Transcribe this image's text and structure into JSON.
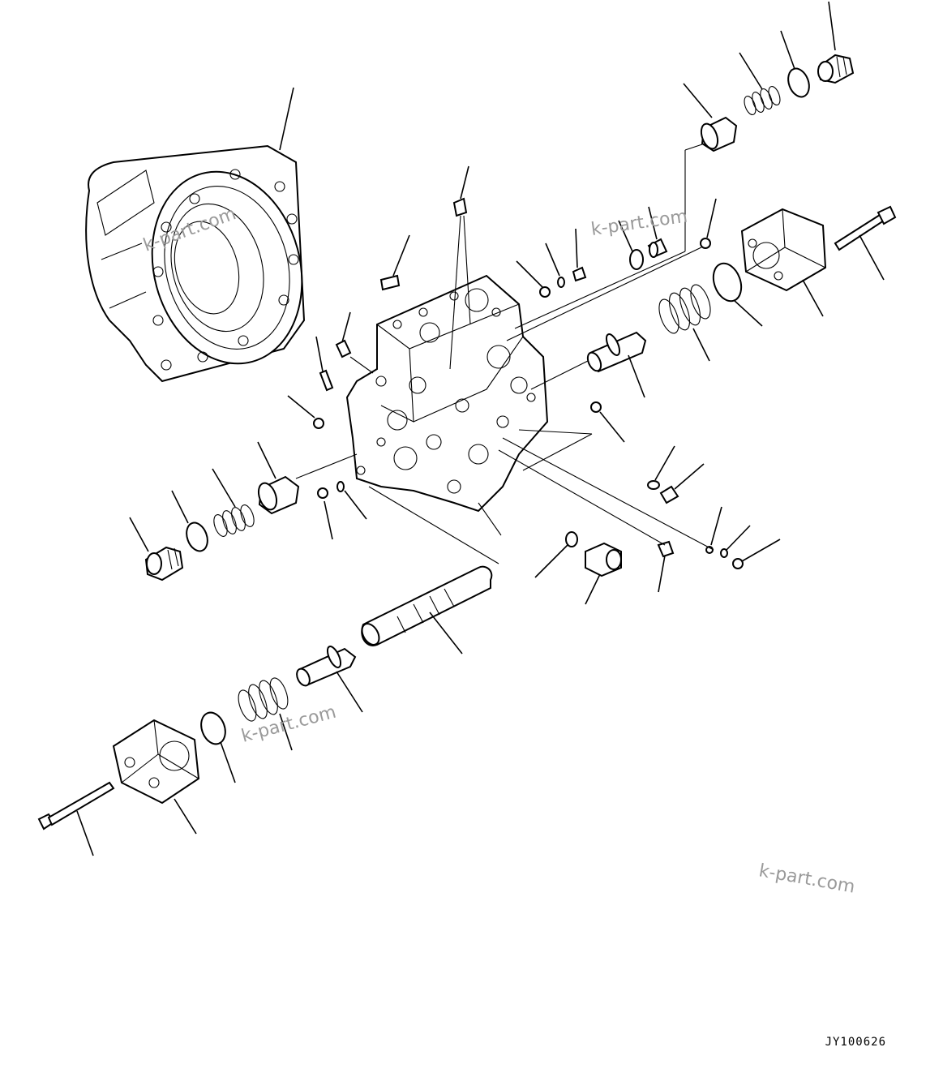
{
  "watermarks": [
    "k-part.com",
    "k-part.com",
    "k-part.com",
    "k-part.com"
  ],
  "drawing_code": "JY100626",
  "colors": {
    "line": "#000000",
    "watermark": "#9a9a9a",
    "background": "#ffffff"
  }
}
